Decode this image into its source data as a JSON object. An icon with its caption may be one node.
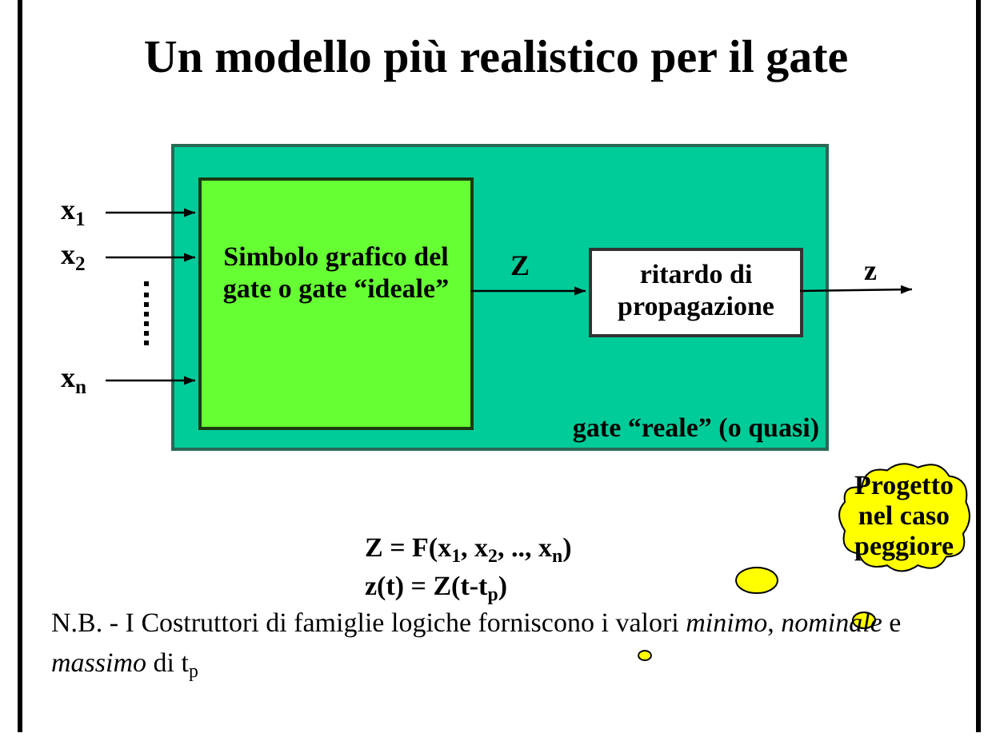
{
  "diagram": {
    "title": "Un modello più realistico per il gate",
    "nodes": [
      {
        "text": [
          "gate “reale” (o quasi)"
        ]
      },
      {
        "text": [
          "Simbolo grafico del gate o gate “ideale”"
        ],
        "in": 0
      },
      {
        "text": [
          "ritardo di propagazione"
        ],
        "in": 0
      },
      {
        "text": [
          "x$_{1}$"
        ]
      },
      {
        "text": [
          "x$_{2}$"
        ]
      },
      {
        "text": [
          "x$_{n}$"
        ]
      },
      {
        "text": [
          "z"
        ]
      },
      {
        "text": [
          "Progetto nel caso peggiore"
        ]
      }
    ],
    "edges": [
      {
        "from": 3,
        "to": 1,
        "arrow": "to"
      },
      {
        "from": 4,
        "to": 1,
        "arrow": "to"
      },
      {
        "from": 5,
        "to": 1,
        "arrow": "to"
      },
      {
        "from": 1,
        "to": 2,
        "arrow": "to",
        "label": "Z"
      },
      {
        "from": 2,
        "to": 6,
        "arrow": "to"
      }
    ],
    "labels": [
      "Z = F(x$_{1}$, x$_{2}$, .., x$_{n}$)",
      "z(t) = Z(t-t$_{p}$)",
      "N.B. - I Costruttori di famiglie logiche forniscono i valori *minimo*, *nominale* e *massimo* di  t$_{p}$"
    ]
  }
}
